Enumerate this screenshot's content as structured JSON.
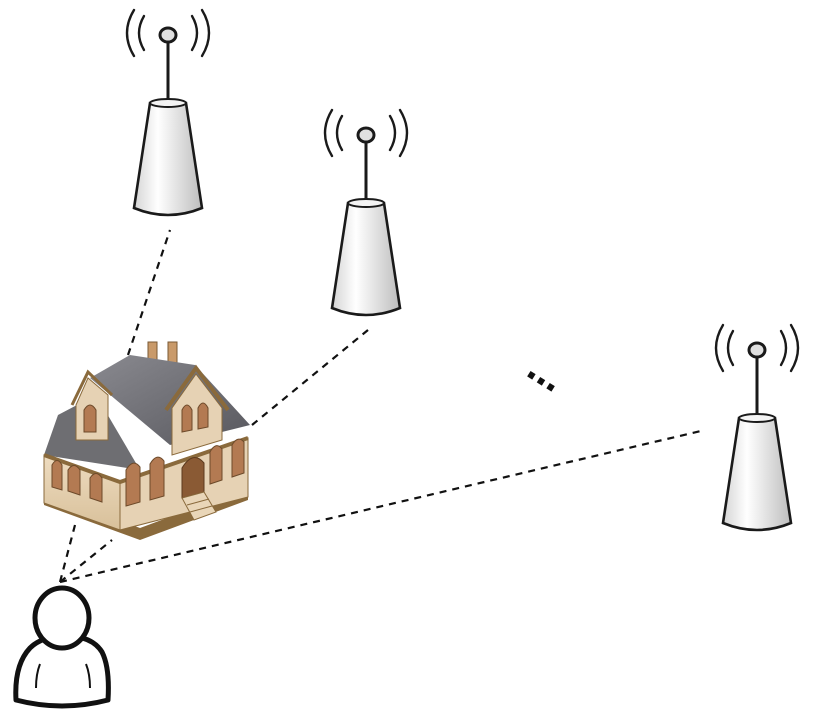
{
  "diagram": {
    "continuation_mark": "…",
    "nodes": [
      {
        "id": "tower-1",
        "kind": "antenna-icon"
      },
      {
        "id": "tower-2",
        "kind": "antenna-icon"
      },
      {
        "id": "tower-3",
        "kind": "antenna-icon"
      },
      {
        "id": "house",
        "kind": "house-icon"
      },
      {
        "id": "user",
        "kind": "user-icon"
      }
    ],
    "links": [
      {
        "from": "user",
        "to": "house"
      },
      {
        "from": "user",
        "to": "tower-3"
      },
      {
        "from": "house",
        "to": "tower-1"
      },
      {
        "from": "house",
        "to": "tower-2"
      }
    ],
    "colors": {
      "link": "#111111",
      "tower_outline": "#1a1a1a",
      "tower_fill": "#e8e8e8",
      "roof": "#6e6e72",
      "wall": "#e6d2b4",
      "trim": "#8a6a3c",
      "window": "#b37a52"
    }
  }
}
